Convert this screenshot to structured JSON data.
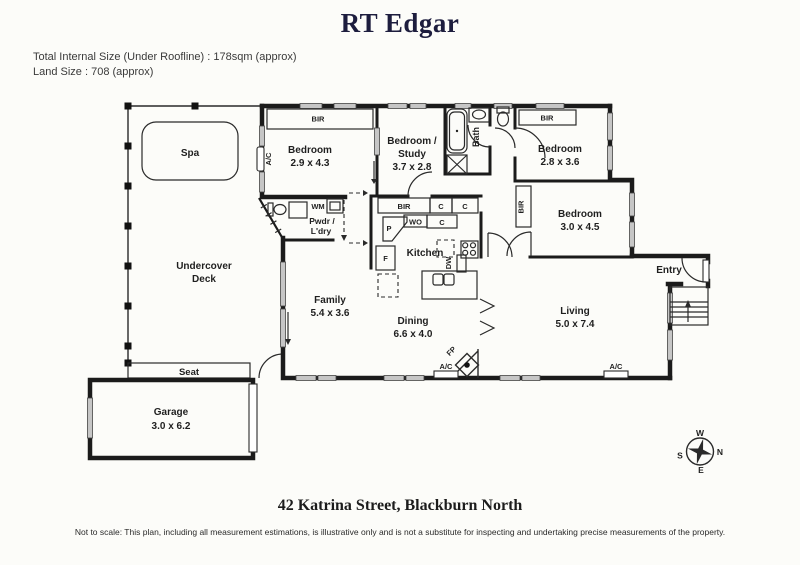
{
  "header": {
    "brand": "RT Edgar",
    "size_line1": "Total Internal Size (Under Roofline) : 178sqm (approx)",
    "size_line2": "Land Size : 708 (approx)"
  },
  "footer": {
    "address": "42 Katrina Street, Blackburn North",
    "disclaimer": "Not to scale: This plan, including all measurement estimations, is illustrative only and is not a substitute for inspecting and undertaking precise measurements of the property."
  },
  "colors": {
    "wall": "#1b1b1b",
    "window_gray": "#c6c6c6",
    "brand_navy": "#1d1d3e",
    "background": "#fcfcf9"
  },
  "plan": {
    "rooms": {
      "spa": {
        "name": "Spa"
      },
      "deck": {
        "line1": "Undercover",
        "line2": "Deck"
      },
      "seat": {
        "name": "Seat"
      },
      "garage": {
        "name": "Garage",
        "dims": "3.0 x 6.2"
      },
      "bedroom1": {
        "name": "Bedroom",
        "dims": "2.9 x 4.3"
      },
      "bed_study": {
        "name_line1": "Bedroom /",
        "name_line2": "Study",
        "dims": "3.7 x 2.8"
      },
      "bath": {
        "name": "Bath"
      },
      "bedroom2": {
        "name": "Bedroom",
        "dims": "2.8 x 3.6"
      },
      "bedroom3": {
        "name": "Bedroom",
        "dims": "3.0 x 4.5"
      },
      "kitchen": {
        "name": "Kitchen"
      },
      "family": {
        "name": "Family",
        "dims": "5.4 x 3.6"
      },
      "dining": {
        "name": "Dining",
        "dims": "6.6 x 4.0"
      },
      "living": {
        "name": "Living",
        "dims": "5.0 x 7.4"
      },
      "entry": {
        "name": "Entry"
      },
      "pwdr": {
        "line1": "Pwdr /",
        "line2": "L'dry"
      }
    },
    "fixtures": {
      "bir": "BIR",
      "ac": "A/C",
      "wm": "WM",
      "wo": "WO",
      "c": "C",
      "p": "P",
      "f": "F",
      "dw": "DW",
      "fp": "FP"
    },
    "compass": {
      "n": "N",
      "s": "S",
      "e": "E",
      "w": "W"
    }
  }
}
